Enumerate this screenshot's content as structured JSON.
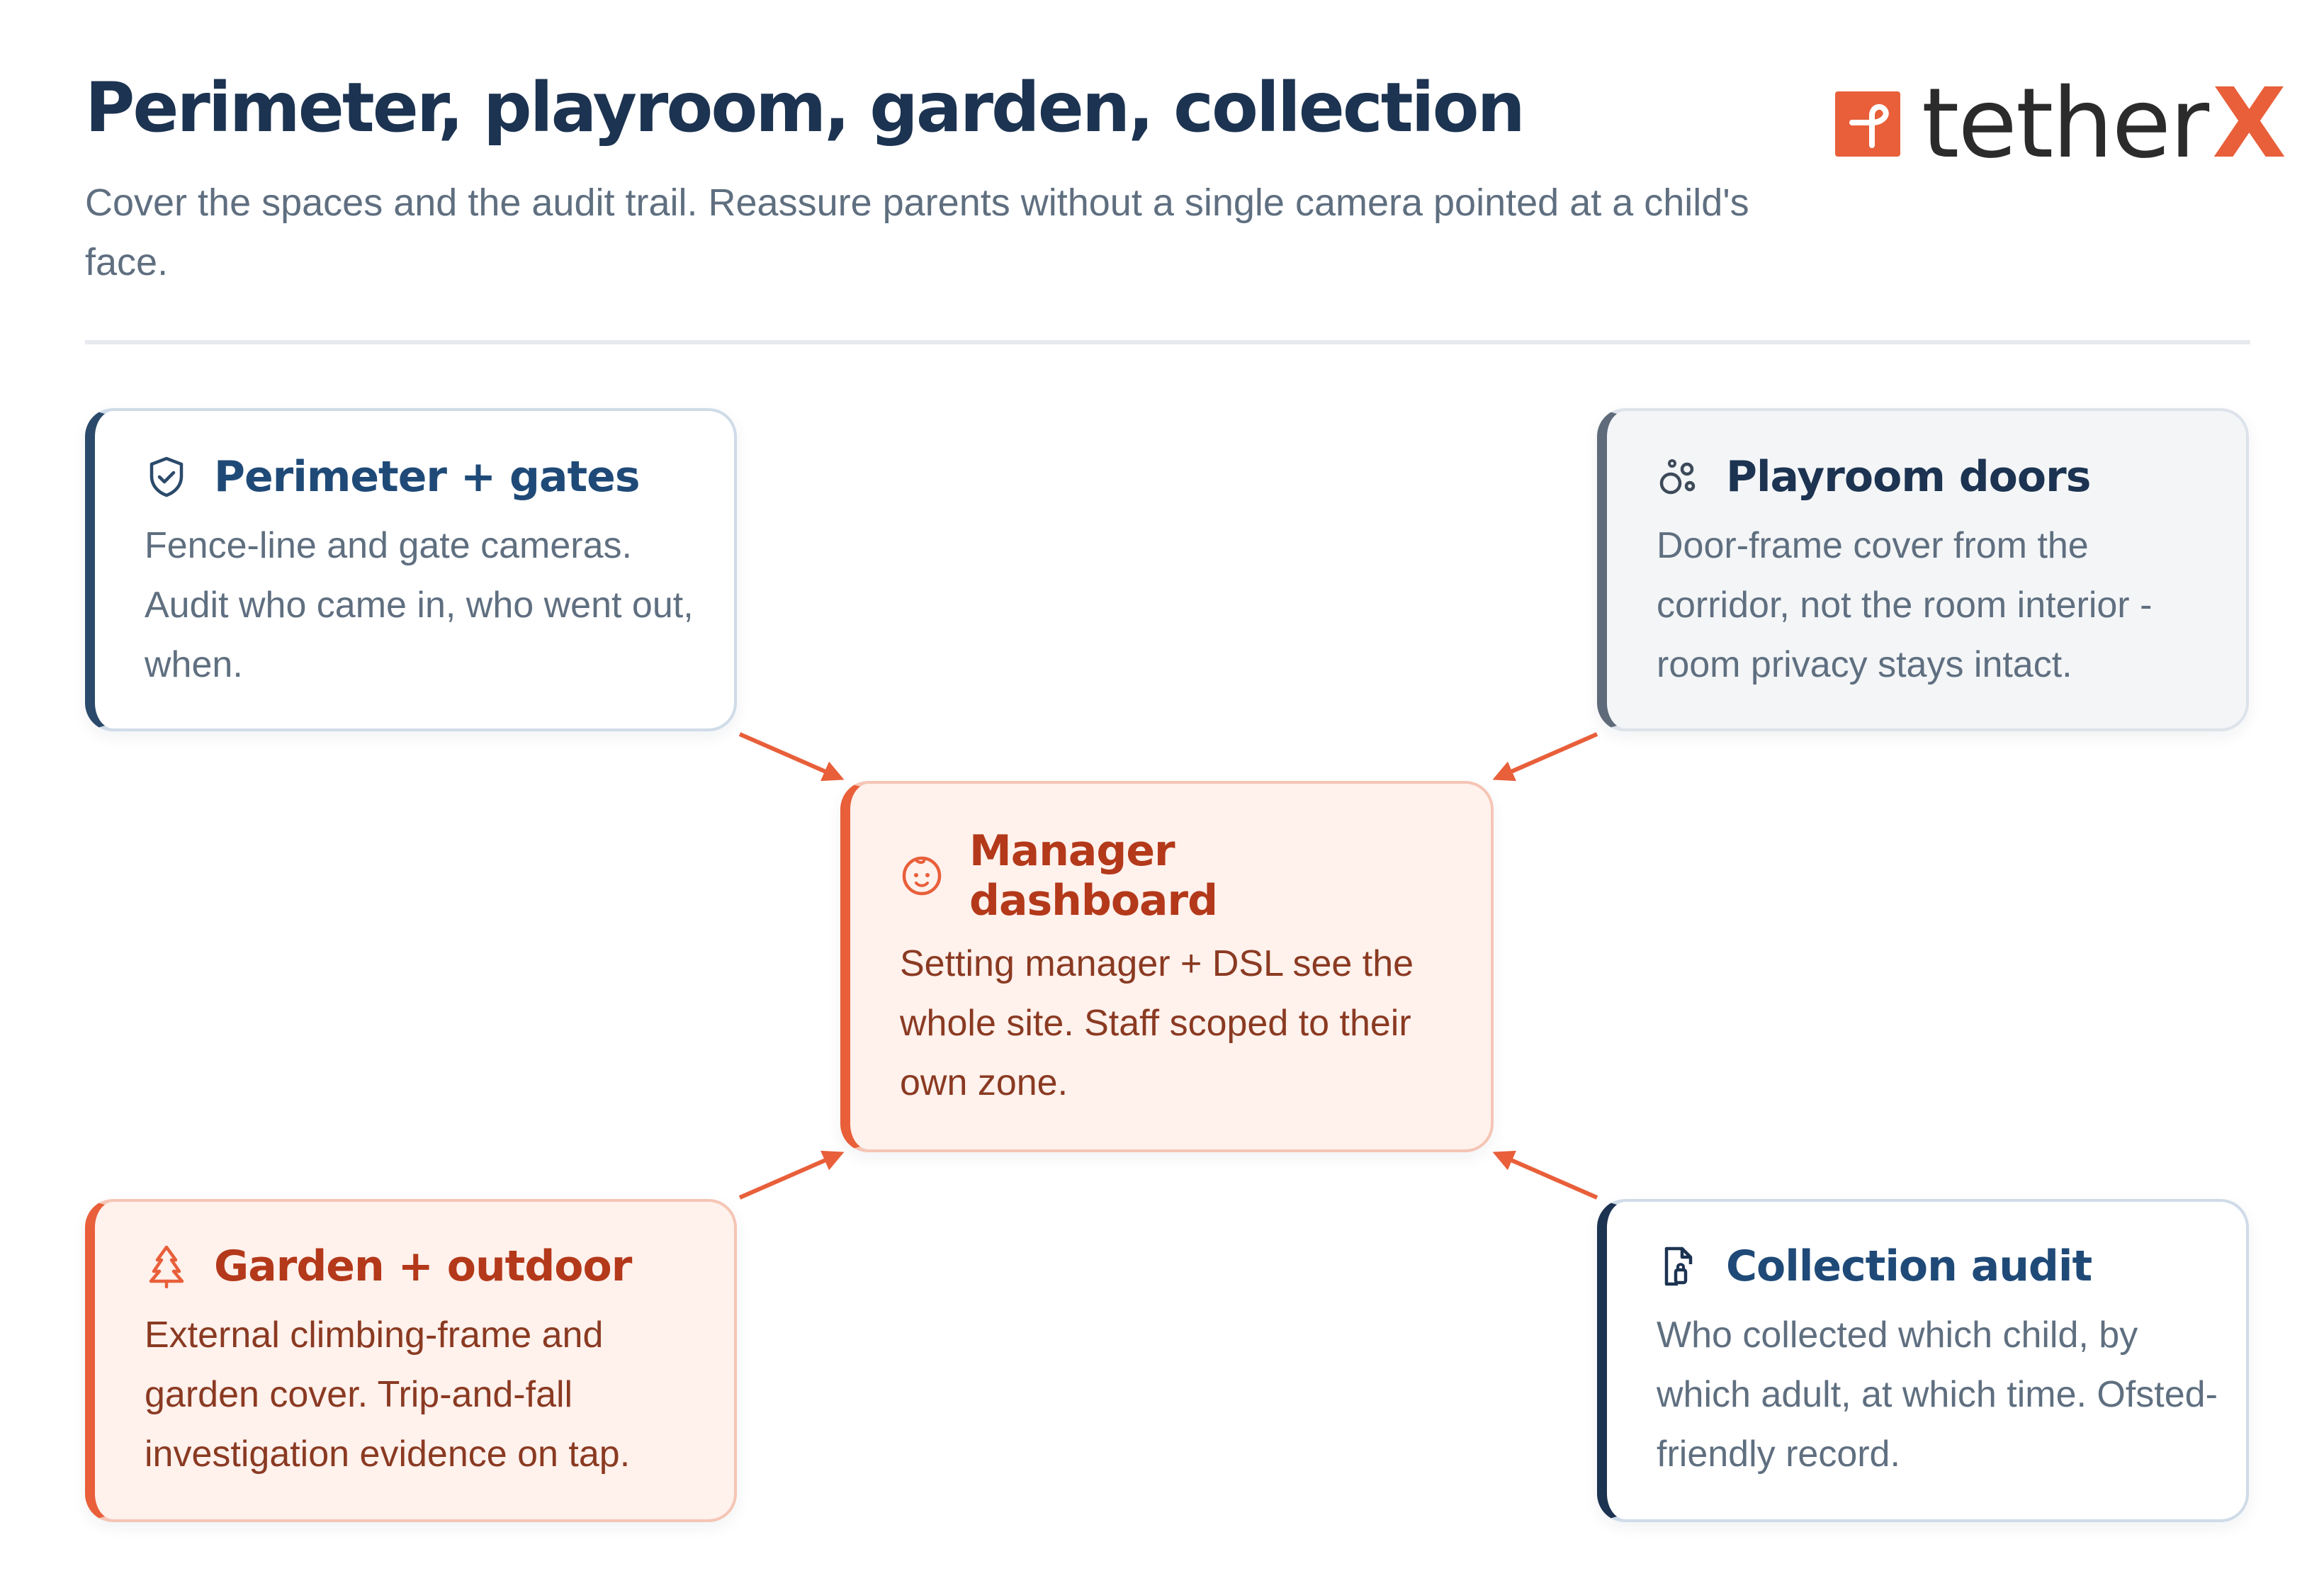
{
  "header": {
    "title": "Perimeter, playroom, garden, collection",
    "subtitle": "Cover the spaces and the audit trail. Reassure parents without a single camera pointed at a child's face."
  },
  "brand": {
    "name": "tether",
    "suffix": "X",
    "accent": "#e85f3a",
    "ink": "#2b2b2b"
  },
  "cards": {
    "perimeter": {
      "icon": "shield-check-icon",
      "title": "Perimeter + gates",
      "text": "Fence-line and gate cameras. Audit who came in, who went out, when."
    },
    "playroom": {
      "icon": "bubbles-icon",
      "title": "Playroom doors",
      "text": "Door-frame cover from the corridor, not the room interior - room privacy stays intact."
    },
    "manager": {
      "icon": "baby-face-icon",
      "title": "Manager dashboard",
      "text": "Setting manager + DSL see the whole site. Staff scoped to their own zone."
    },
    "garden": {
      "icon": "tree-icon",
      "title": "Garden + outdoor",
      "text": "External climbing-frame and garden cover. Trip-and-fall investigation evidence on tap."
    },
    "collection": {
      "icon": "file-lock-icon",
      "title": "Collection audit",
      "text": "Who collected which child, by which adult, at which time. Ofsted-friendly record."
    }
  },
  "colors": {
    "navy": "#1c3351",
    "blue_title": "#1f4a78",
    "orange": "#e85f3a",
    "orange_dark": "#b3391a",
    "muted_text": "#5f6f80"
  }
}
